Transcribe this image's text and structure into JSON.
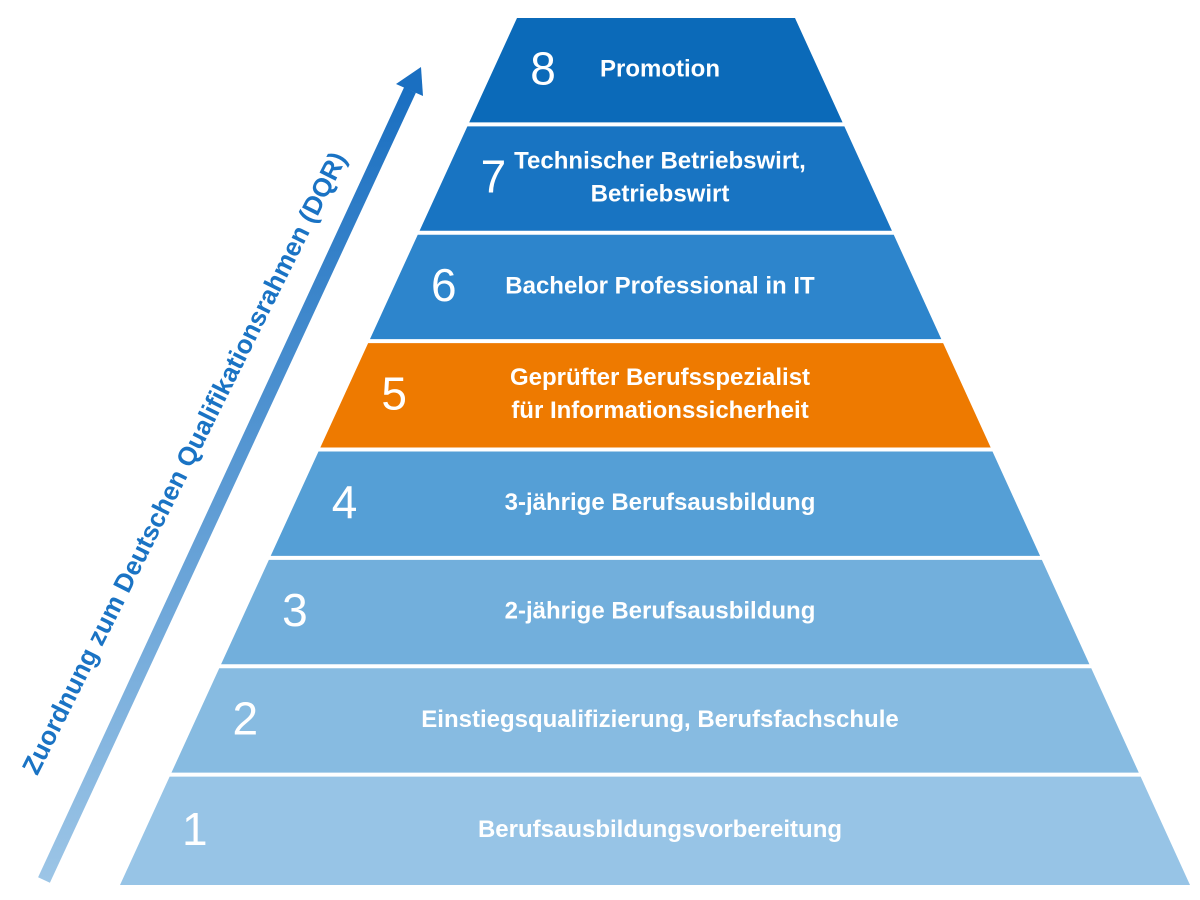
{
  "axis": {
    "label": "Zuordnung zum Deutschen Qualifikationsrahmen (DQR)",
    "color": "#1a73c4",
    "gradient_start": "#9cc5e6",
    "gradient_end": "#1a6fc1"
  },
  "levels": [
    {
      "number": "8",
      "lines": [
        "Promotion"
      ],
      "color": "#0b6ab9"
    },
    {
      "number": "7",
      "lines": [
        "Technischer Betriebswirt,",
        "Betriebswirt"
      ],
      "color": "#1874c2"
    },
    {
      "number": "6",
      "lines": [
        "Bachelor Professional in IT"
      ],
      "color": "#2d85cc"
    },
    {
      "number": "5",
      "lines": [
        "Geprüfter Berufsspezialist",
        "für Informationssicherheit"
      ],
      "color": "#ee7a00",
      "highlighted": true
    },
    {
      "number": "4",
      "lines": [
        "3-jährige Berufsausbildung"
      ],
      "color": "#559fd6"
    },
    {
      "number": "3",
      "lines": [
        "2-jährige Berufsausbildung"
      ],
      "color": "#72afdc"
    },
    {
      "number": "2",
      "lines": [
        "Einstiegsqualifizierung, Berufsfachschule"
      ],
      "color": "#87bbe1"
    },
    {
      "number": "1",
      "lines": [
        "Berufsausbildungsvorbereitung"
      ],
      "color": "#97c4e6"
    }
  ]
}
